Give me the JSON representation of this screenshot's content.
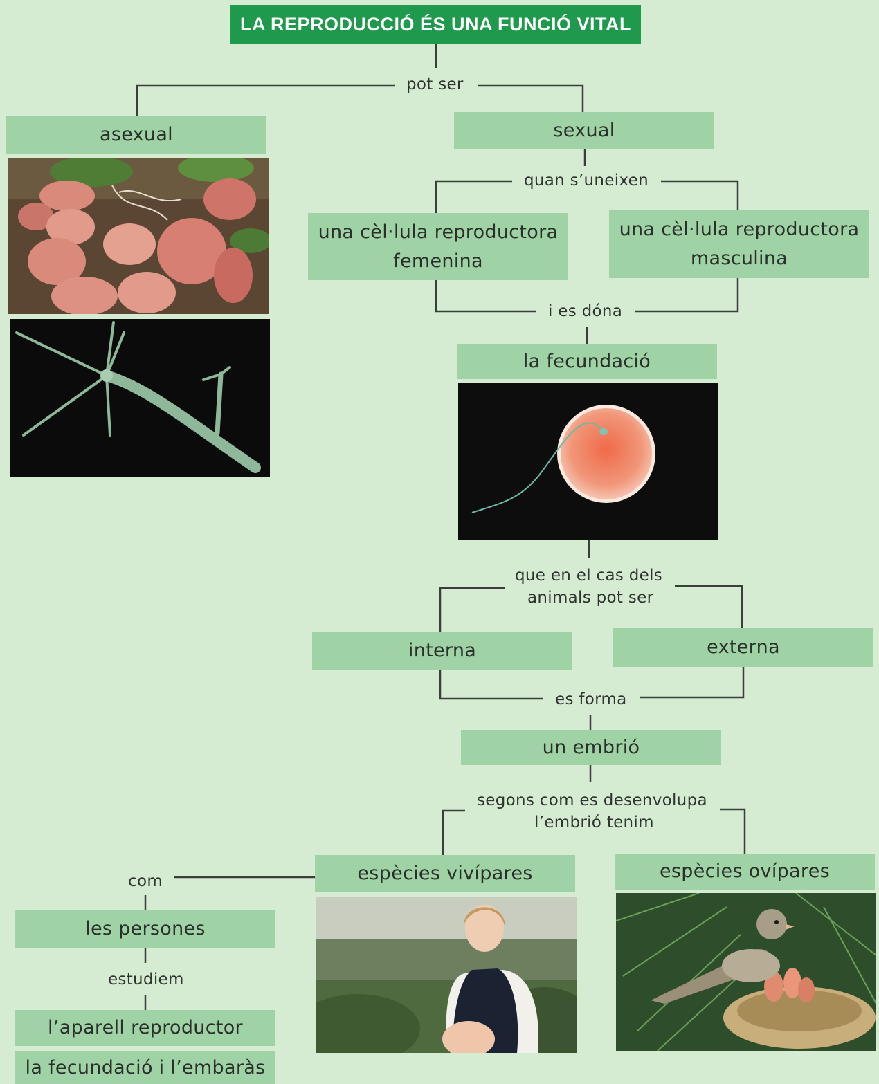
{
  "title": "LA REPRODUCCIÓ ÉS UNA FUNCIÓ VITAL",
  "labels": {
    "pot_ser": "pot ser",
    "quan_uneixen": "quan s’uneixen",
    "i_es_dona": "i es dóna",
    "animals_line1": "que en el cas dels",
    "animals_line2": "animals pot ser",
    "es_forma": "es forma",
    "segons_line1": "segons com es desenvolupa",
    "segons_line2": "l’embrió tenim",
    "com": "com",
    "estudiem": "estudiem"
  },
  "nodes": {
    "asexual": "asexual",
    "sexual": "sexual",
    "femenina_line1": "una cèl·lula reproductora",
    "femenina_line2": "femenina",
    "masculina_line1": "una cèl·lula reproductora",
    "masculina_line2": "masculina",
    "fecundacio": "la fecundació",
    "interna": "interna",
    "externa": "externa",
    "embrio": "un embrió",
    "vivipares": "espècies vivípares",
    "ovipares": "espècies ovípares",
    "persones": "les persones",
    "aparell": "l’aparell reproductor",
    "embaras": "la fecundació i l’embaràs"
  },
  "images": [
    {
      "name": "potatoes-photo"
    },
    {
      "name": "hydra-photo"
    },
    {
      "name": "egg-sperm-photo"
    },
    {
      "name": "pregnant-woman-photo"
    },
    {
      "name": "bird-nest-photo"
    }
  ],
  "colors": {
    "background": "#d6ecd2",
    "box": "#9fd2a4",
    "title_box": "#1f9a4c",
    "line": "#3a3f3b"
  }
}
